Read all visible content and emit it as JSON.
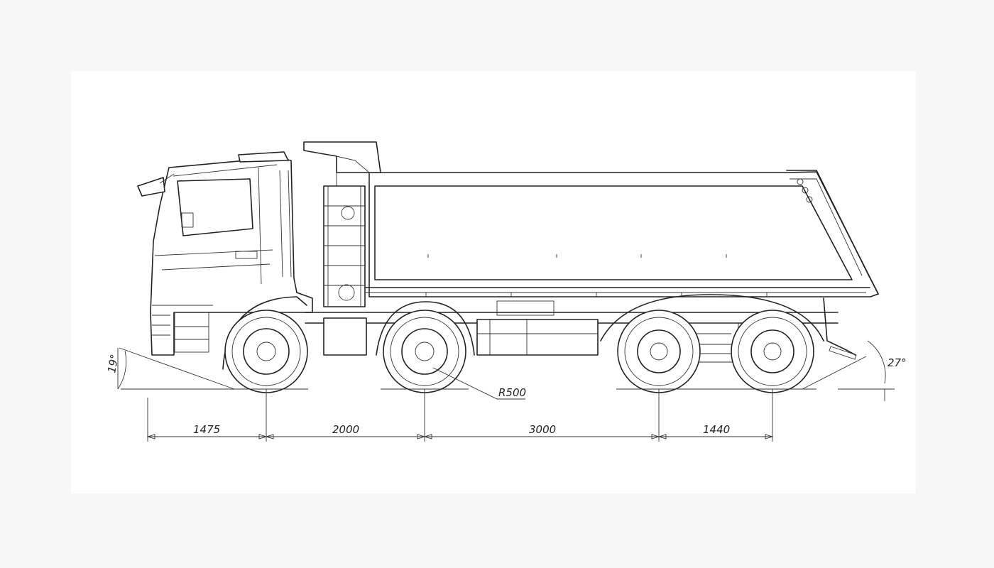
{
  "dimensions": {
    "front_overhang": "1475",
    "wheelbase_1_2": "2000",
    "wheelbase_2_3": "3000",
    "wheelbase_3_4": "1440"
  },
  "angles": {
    "approach": "19°",
    "departure": "27°"
  },
  "radius_label": "R500",
  "colors": {
    "background": "#f7f7f7",
    "paper": "#ffffff",
    "line": "#222222"
  }
}
